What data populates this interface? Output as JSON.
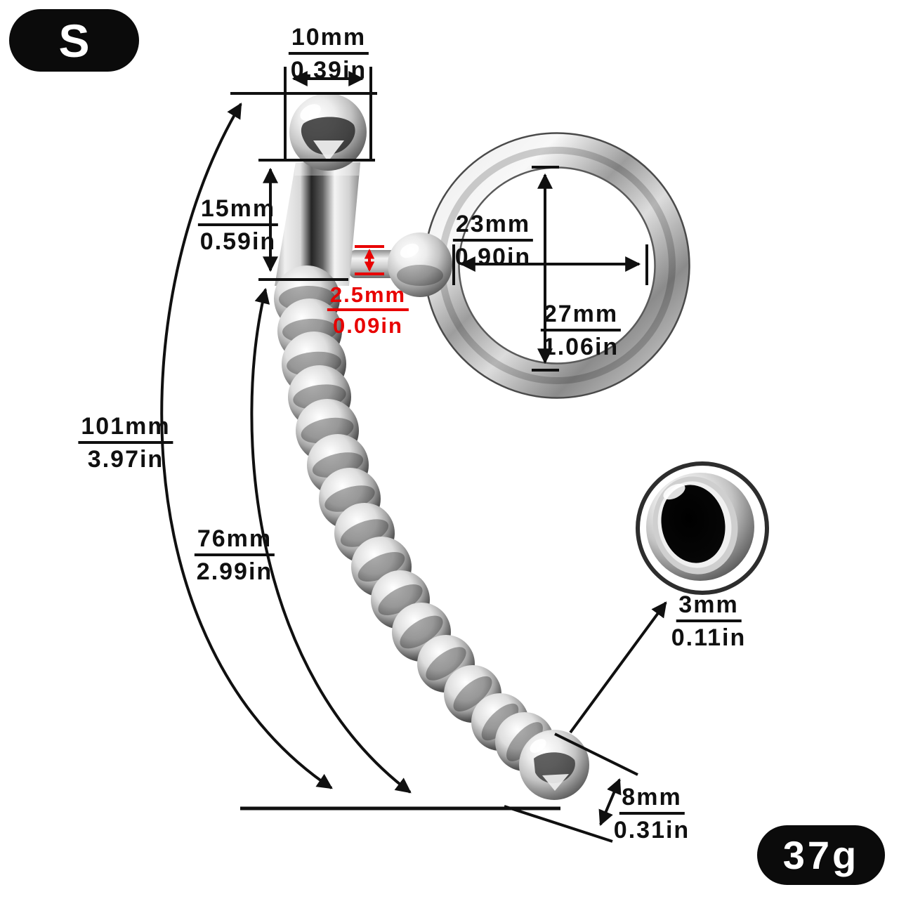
{
  "badges": {
    "size": "S",
    "weight": "37g"
  },
  "dims": {
    "head_width": {
      "mm": "10mm",
      "inch": "0.39in"
    },
    "head_length": {
      "mm": "15mm",
      "inch": "0.59in"
    },
    "pin_diameter": {
      "mm": "2.5mm",
      "inch": "0.09in"
    },
    "ring_inner_width": {
      "mm": "23mm",
      "inch": "0.90in"
    },
    "ring_inner_height": {
      "mm": "27mm",
      "inch": "1.06in"
    },
    "total_length": {
      "mm": "101mm",
      "inch": "3.97in"
    },
    "shaft_length": {
      "mm": "76mm",
      "inch": "2.99in"
    },
    "tip_diameter": {
      "mm": "8mm",
      "inch": "0.31in"
    },
    "hole_diameter": {
      "mm": "3mm",
      "inch": "0.11in"
    }
  },
  "colors": {
    "annotation": "#101010",
    "highlight_red": "#e80000",
    "badge_bg": "#0b0b0b",
    "badge_text": "#ffffff",
    "background": "#ffffff"
  }
}
